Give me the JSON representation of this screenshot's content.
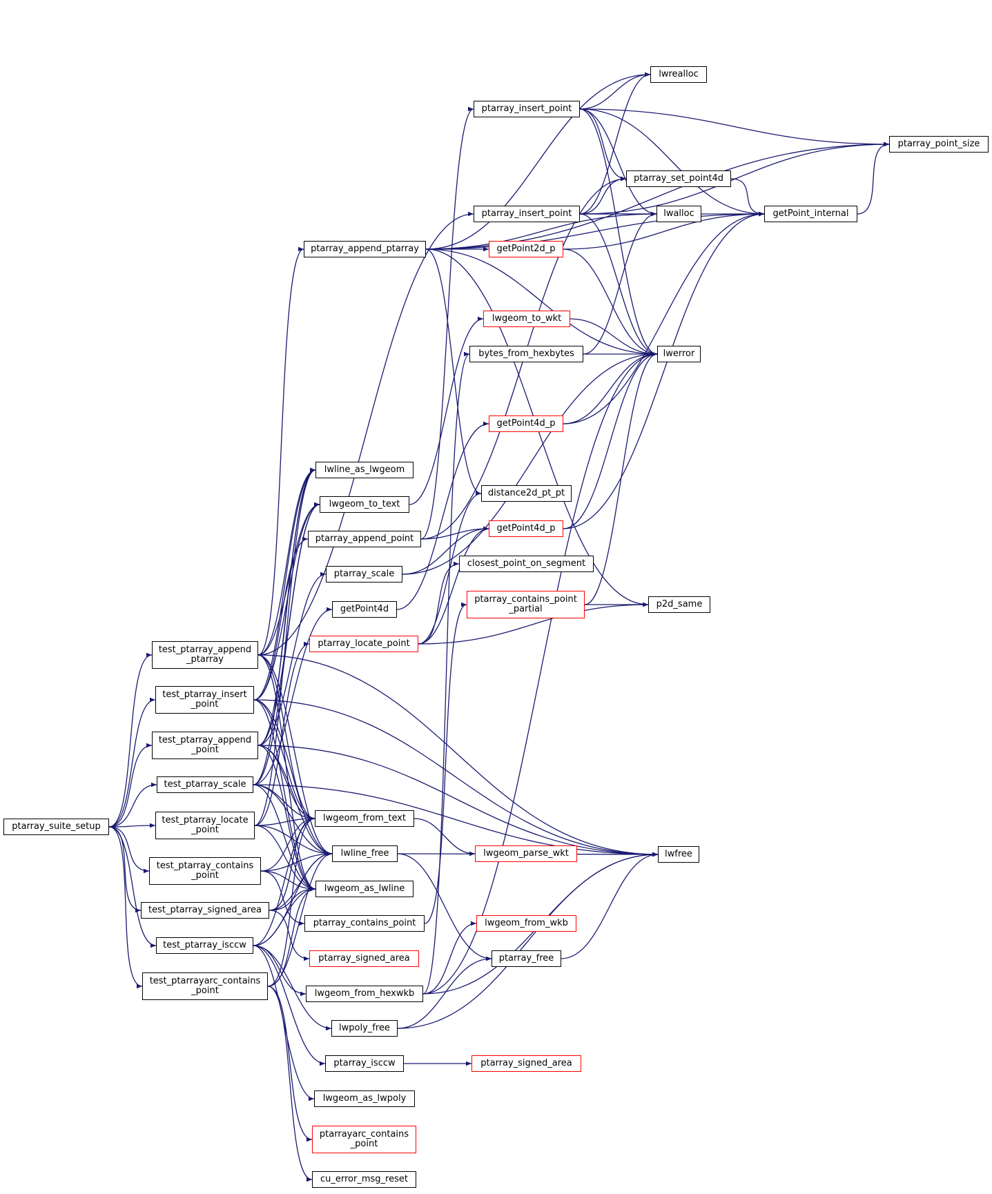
{
  "colors": {
    "edge": "#191970",
    "node_border": "#000000",
    "node_border_incomplete": "#ff0000",
    "root_fill": "#bfbfbf"
  },
  "nodes": {
    "ptarray_suite_setup": {
      "label": "ptarray_suite_setup",
      "root": true
    },
    "test_ptarray_append_ptarray": {
      "label": "test_ptarray_append\n_ptarray"
    },
    "test_ptarray_insert_point": {
      "label": "test_ptarray_insert\n_point"
    },
    "test_ptarray_append_point": {
      "label": "test_ptarray_append\n_point"
    },
    "test_ptarray_scale": {
      "label": "test_ptarray_scale"
    },
    "test_ptarray_locate_point": {
      "label": "test_ptarray_locate\n_point"
    },
    "test_ptarray_contains_point": {
      "label": "test_ptarray_contains\n_point"
    },
    "test_ptarray_signed_area": {
      "label": "test_ptarray_signed_area"
    },
    "test_ptarray_isccw": {
      "label": "test_ptarray_isccw"
    },
    "test_ptarrayarc_contains_point": {
      "label": "test_ptarrayarc_contains\n_point"
    },
    "ptarray_append_ptarray": {
      "label": "ptarray_append_ptarray"
    },
    "lwline_as_lwgeom": {
      "label": "lwline_as_lwgeom"
    },
    "lwgeom_to_text": {
      "label": "lwgeom_to_text"
    },
    "ptarray_append_point": {
      "label": "ptarray_append_point"
    },
    "ptarray_scale": {
      "label": "ptarray_scale"
    },
    "getPoint4d": {
      "label": "getPoint4d"
    },
    "ptarray_locate_point": {
      "label": "ptarray_locate_point",
      "incomplete": true
    },
    "lwgeom_from_text": {
      "label": "lwgeom_from_text"
    },
    "lwline_free": {
      "label": "lwline_free"
    },
    "lwgeom_as_lwline": {
      "label": "lwgeom_as_lwline"
    },
    "ptarray_contains_point": {
      "label": "ptarray_contains_point"
    },
    "ptarray_signed_area_1": {
      "label": "ptarray_signed_area",
      "incomplete": true
    },
    "lwgeom_from_hexwkb": {
      "label": "lwgeom_from_hexwkb"
    },
    "lwpoly_free": {
      "label": "lwpoly_free"
    },
    "ptarray_isccw": {
      "label": "ptarray_isccw"
    },
    "lwgeom_as_lwpoly": {
      "label": "lwgeom_as_lwpoly"
    },
    "ptarrayarc_contains_point": {
      "label": "ptarrayarc_contains\n_point",
      "incomplete": true
    },
    "cu_error_msg_reset": {
      "label": "cu_error_msg_reset"
    },
    "ptarray_insert_point_1": {
      "label": "ptarray_insert_point"
    },
    "ptarray_insert_point_2": {
      "label": "ptarray_insert_point"
    },
    "getPoint2d_p": {
      "label": "getPoint2d_p",
      "incomplete": true
    },
    "lwgeom_to_wkt": {
      "label": "lwgeom_to_wkt",
      "incomplete": true
    },
    "bytes_from_hexbytes": {
      "label": "bytes_from_hexbytes"
    },
    "getPoint4d_p_1": {
      "label": "getPoint4d_p",
      "incomplete": true
    },
    "distance2d_pt_pt": {
      "label": "distance2d_pt_pt"
    },
    "getPoint4d_p_2": {
      "label": "getPoint4d_p",
      "incomplete": true
    },
    "closest_point_on_segment": {
      "label": "closest_point_on_segment"
    },
    "ptarray_contains_point_partial": {
      "label": "ptarray_contains_point\n_partial",
      "incomplete": true
    },
    "lwgeom_parse_wkt": {
      "label": "lwgeom_parse_wkt",
      "incomplete": true
    },
    "lwgeom_from_wkb": {
      "label": "lwgeom_from_wkb",
      "incomplete": true
    },
    "ptarray_free": {
      "label": "ptarray_free"
    },
    "ptarray_signed_area_2": {
      "label": "ptarray_signed_area",
      "incomplete": true
    },
    "lwrealloc": {
      "label": "lwrealloc"
    },
    "ptarray_set_point4d": {
      "label": "ptarray_set_point4d"
    },
    "lwalloc": {
      "label": "lwalloc"
    },
    "lwerror": {
      "label": "lwerror"
    },
    "p2d_same": {
      "label": "p2d_same"
    },
    "lwfree": {
      "label": "lwfree"
    },
    "getPoint_internal": {
      "label": "getPoint_internal"
    },
    "ptarray_point_size": {
      "label": "ptarray_point_size"
    }
  },
  "edges": [
    [
      "ptarray_suite_setup",
      "test_ptarray_append_ptarray"
    ],
    [
      "ptarray_suite_setup",
      "test_ptarray_insert_point"
    ],
    [
      "ptarray_suite_setup",
      "test_ptarray_append_point"
    ],
    [
      "ptarray_suite_setup",
      "test_ptarray_scale"
    ],
    [
      "ptarray_suite_setup",
      "test_ptarray_locate_point"
    ],
    [
      "ptarray_suite_setup",
      "test_ptarray_contains_point"
    ],
    [
      "ptarray_suite_setup",
      "test_ptarray_signed_area"
    ],
    [
      "ptarray_suite_setup",
      "test_ptarray_isccw"
    ],
    [
      "ptarray_suite_setup",
      "test_ptarrayarc_contains_point"
    ],
    [
      "test_ptarray_append_ptarray",
      "ptarray_append_ptarray"
    ],
    [
      "test_ptarray_append_ptarray",
      "lwline_as_lwgeom"
    ],
    [
      "test_ptarray_append_ptarray",
      "lwgeom_to_text"
    ],
    [
      "test_ptarray_append_ptarray",
      "ptarray_insert_point_2"
    ],
    [
      "test_ptarray_append_ptarray",
      "lwgeom_from_text"
    ],
    [
      "test_ptarray_append_ptarray",
      "lwline_free"
    ],
    [
      "test_ptarray_append_ptarray",
      "lwgeom_as_lwline"
    ],
    [
      "test_ptarray_append_ptarray",
      "lwfree"
    ],
    [
      "test_ptarray_insert_point",
      "lwline_as_lwgeom"
    ],
    [
      "test_ptarray_insert_point",
      "lwgeom_to_text"
    ],
    [
      "test_ptarray_insert_point",
      "ptarray_append_point"
    ],
    [
      "test_ptarray_insert_point",
      "lwgeom_from_text"
    ],
    [
      "test_ptarray_insert_point",
      "lwline_free"
    ],
    [
      "test_ptarray_insert_point",
      "lwgeom_as_lwline"
    ],
    [
      "test_ptarray_insert_point",
      "lwfree"
    ],
    [
      "test_ptarray_append_point",
      "lwline_as_lwgeom"
    ],
    [
      "test_ptarray_append_point",
      "lwgeom_to_text"
    ],
    [
      "test_ptarray_append_point",
      "ptarray_scale"
    ],
    [
      "test_ptarray_append_point",
      "lwgeom_from_text"
    ],
    [
      "test_ptarray_append_point",
      "lwline_free"
    ],
    [
      "test_ptarray_append_point",
      "lwgeom_as_lwline"
    ],
    [
      "test_ptarray_append_point",
      "lwfree"
    ],
    [
      "test_ptarray_scale",
      "lwline_as_lwgeom"
    ],
    [
      "test_ptarray_scale",
      "lwgeom_to_text"
    ],
    [
      "test_ptarray_scale",
      "getPoint4d"
    ],
    [
      "test_ptarray_scale",
      "lwgeom_from_text"
    ],
    [
      "test_ptarray_scale",
      "lwline_free"
    ],
    [
      "test_ptarray_scale",
      "lwgeom_as_lwline"
    ],
    [
      "test_ptarray_scale",
      "lwfree"
    ],
    [
      "test_ptarray_locate_point",
      "ptarray_locate_point"
    ],
    [
      "test_ptarray_locate_point",
      "lwgeom_from_text"
    ],
    [
      "test_ptarray_locate_point",
      "lwline_free"
    ],
    [
      "test_ptarray_locate_point",
      "lwgeom_as_lwline"
    ],
    [
      "test_ptarray_locate_point",
      "lwline_as_lwgeom"
    ],
    [
      "test_ptarray_contains_point",
      "lwgeom_from_text"
    ],
    [
      "test_ptarray_contains_point",
      "lwline_free"
    ],
    [
      "test_ptarray_contains_point",
      "lwgeom_as_lwline"
    ],
    [
      "test_ptarray_contains_point",
      "ptarray_contains_point"
    ],
    [
      "test_ptarray_signed_area",
      "lwgeom_from_text"
    ],
    [
      "test_ptarray_signed_area",
      "lwline_free"
    ],
    [
      "test_ptarray_signed_area",
      "lwgeom_as_lwline"
    ],
    [
      "test_ptarray_signed_area",
      "ptarray_signed_area_1"
    ],
    [
      "test_ptarray_isccw",
      "lwgeom_from_text"
    ],
    [
      "test_ptarray_isccw",
      "lwline_free"
    ],
    [
      "test_ptarray_isccw",
      "lwgeom_as_lwline"
    ],
    [
      "test_ptarray_isccw",
      "lwgeom_from_hexwkb"
    ],
    [
      "test_ptarray_isccw",
      "lwpoly_free"
    ],
    [
      "test_ptarray_isccw",
      "ptarray_isccw"
    ],
    [
      "test_ptarray_isccw",
      "lwgeom_as_lwpoly"
    ],
    [
      "test_ptarrayarc_contains_point",
      "lwgeom_from_text"
    ],
    [
      "test_ptarrayarc_contains_point",
      "lwline_free"
    ],
    [
      "test_ptarrayarc_contains_point",
      "lwgeom_as_lwline"
    ],
    [
      "test_ptarrayarc_contains_point",
      "ptarrayarc_contains_point"
    ],
    [
      "test_ptarrayarc_contains_point",
      "cu_error_msg_reset"
    ],
    [
      "ptarray_append_ptarray",
      "lwrealloc"
    ],
    [
      "ptarray_append_ptarray",
      "getPoint2d_p"
    ],
    [
      "ptarray_append_ptarray",
      "lwalloc"
    ],
    [
      "ptarray_append_ptarray",
      "lwerror"
    ],
    [
      "ptarray_append_ptarray",
      "getPoint_internal"
    ],
    [
      "ptarray_append_ptarray",
      "ptarray_point_size"
    ],
    [
      "ptarray_append_ptarray",
      "distance2d_pt_pt"
    ],
    [
      "ptarray_append_ptarray",
      "p2d_same"
    ],
    [
      "lwgeom_to_text",
      "lwgeom_to_wkt"
    ],
    [
      "ptarray_append_point",
      "ptarray_insert_point_1"
    ],
    [
      "ptarray_append_point",
      "getPoint4d_p_2"
    ],
    [
      "ptarray_append_point",
      "ptarray_set_point4d"
    ],
    [
      "ptarray_scale",
      "getPoint4d_p_2"
    ],
    [
      "ptarray_scale",
      "lwerror"
    ],
    [
      "getPoint4d",
      "getPoint4d_p_1"
    ],
    [
      "ptarray_locate_point",
      "getPoint4d_p_2"
    ],
    [
      "ptarray_locate_point",
      "distance2d_pt_pt"
    ],
    [
      "ptarray_locate_point",
      "closest_point_on_segment"
    ],
    [
      "ptarray_locate_point",
      "p2d_same"
    ],
    [
      "lwgeom_from_text",
      "lwgeom_parse_wkt"
    ],
    [
      "lwline_free",
      "ptarray_free"
    ],
    [
      "lwline_free",
      "lwfree"
    ],
    [
      "ptarray_contains_point",
      "ptarray_contains_point_partial"
    ],
    [
      "lwgeom_from_hexwkb",
      "bytes_from_hexbytes"
    ],
    [
      "lwgeom_from_hexwkb",
      "lwgeom_from_wkb"
    ],
    [
      "lwgeom_from_hexwkb",
      "lwerror"
    ],
    [
      "lwgeom_from_hexwkb",
      "lwfree"
    ],
    [
      "lwpoly_free",
      "ptarray_free"
    ],
    [
      "lwpoly_free",
      "lwfree"
    ],
    [
      "ptarray_isccw",
      "ptarray_signed_area_2"
    ],
    [
      "ptarray_insert_point_1",
      "lwrealloc"
    ],
    [
      "ptarray_insert_point_1",
      "ptarray_point_size"
    ],
    [
      "ptarray_insert_point_1",
      "ptarray_set_point4d"
    ],
    [
      "ptarray_insert_point_1",
      "lwalloc"
    ],
    [
      "ptarray_insert_point_1",
      "getPoint_internal"
    ],
    [
      "ptarray_insert_point_1",
      "lwerror"
    ],
    [
      "ptarray_insert_point_2",
      "ptarray_set_point4d"
    ],
    [
      "ptarray_insert_point_2",
      "lwalloc"
    ],
    [
      "ptarray_insert_point_2",
      "getPoint_internal"
    ],
    [
      "ptarray_insert_point_2",
      "ptarray_point_size"
    ],
    [
      "ptarray_insert_point_2",
      "lwerror"
    ],
    [
      "ptarray_insert_point_2",
      "lwrealloc"
    ],
    [
      "getPoint2d_p",
      "getPoint_internal"
    ],
    [
      "getPoint2d_p",
      "lwerror"
    ],
    [
      "lwgeom_to_wkt",
      "lwerror"
    ],
    [
      "bytes_from_hexbytes",
      "lwerror"
    ],
    [
      "bytes_from_hexbytes",
      "lwalloc"
    ],
    [
      "getPoint4d_p_1",
      "lwerror"
    ],
    [
      "getPoint4d_p_1",
      "getPoint_internal"
    ],
    [
      "getPoint4d_p_2",
      "lwerror"
    ],
    [
      "getPoint4d_p_2",
      "getPoint_internal"
    ],
    [
      "ptarray_contains_point_partial",
      "lwerror"
    ],
    [
      "ptarray_contains_point_partial",
      "p2d_same"
    ],
    [
      "ptarray_free",
      "lwfree"
    ],
    [
      "ptarray_set_point4d",
      "getPoint_internal"
    ],
    [
      "getPoint_internal",
      "ptarray_point_size"
    ]
  ]
}
